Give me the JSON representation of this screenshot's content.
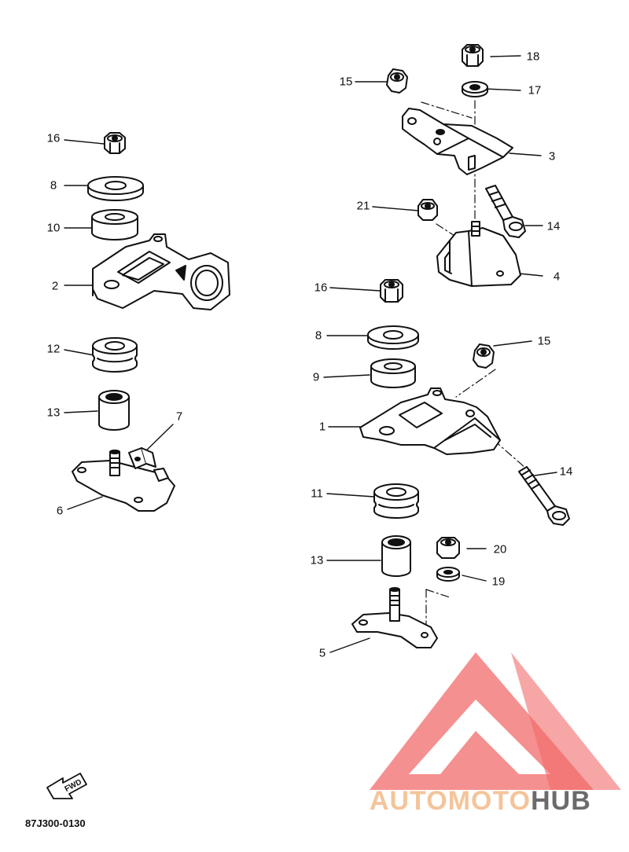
{
  "diagram": {
    "callouts": [
      "16",
      "8",
      "10",
      "2",
      "12",
      "13",
      "7",
      "6",
      "18",
      "15",
      "17",
      "3",
      "21",
      "14",
      "4",
      "16",
      "8",
      "15",
      "9",
      "1",
      "14",
      "11",
      "20",
      "13",
      "19",
      "5"
    ],
    "catalog_code": "87J300-0130",
    "fwd_label": "FWD"
  },
  "watermark": {
    "logo": "AUTOMOTOHUB",
    "part_auto": "AUTO",
    "part_moto": "MOTO",
    "part_hub": "HUB"
  },
  "colors": {
    "line": "#111111",
    "watermark_red": "#f26b6b",
    "watermark_orange": "#f4c49a",
    "watermark_gray": "#6b6b6b"
  }
}
